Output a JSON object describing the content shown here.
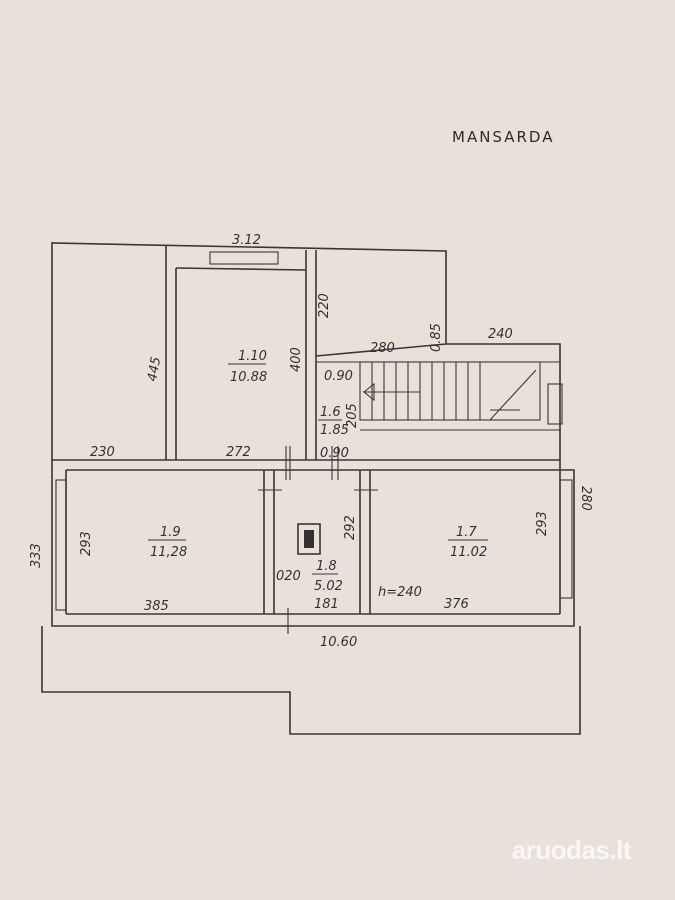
{
  "title": "MANSARDA",
  "rooms": [
    {
      "id": "1.10",
      "area": "10.88"
    },
    {
      "id": "1.6",
      "area": "1.85"
    },
    {
      "id": "1.9",
      "area": "11,28"
    },
    {
      "id": "1.8",
      "area": "5.02"
    },
    {
      "id": "1.7",
      "area": "11.02"
    }
  ],
  "dims": {
    "d312": "3.12",
    "d220": "220",
    "d085": "0.85",
    "d280": "280",
    "d240": "240",
    "d445": "445",
    "d400": "400",
    "d090a": "0.90",
    "d205": "205",
    "d230": "230",
    "d272": "272",
    "d090b": "0.90",
    "d280v": "280",
    "d333": "333",
    "d293a": "293",
    "d292": "292",
    "d293b": "293",
    "d020": "020",
    "d385": "385",
    "d181": "181",
    "h240": "h=240",
    "d376": "376",
    "d1060": "10.60"
  },
  "watermark": {
    "text": "aruodas",
    "tld": "lt"
  },
  "colors": {
    "paper": "#e9e0da",
    "ink": "#3a3536"
  }
}
